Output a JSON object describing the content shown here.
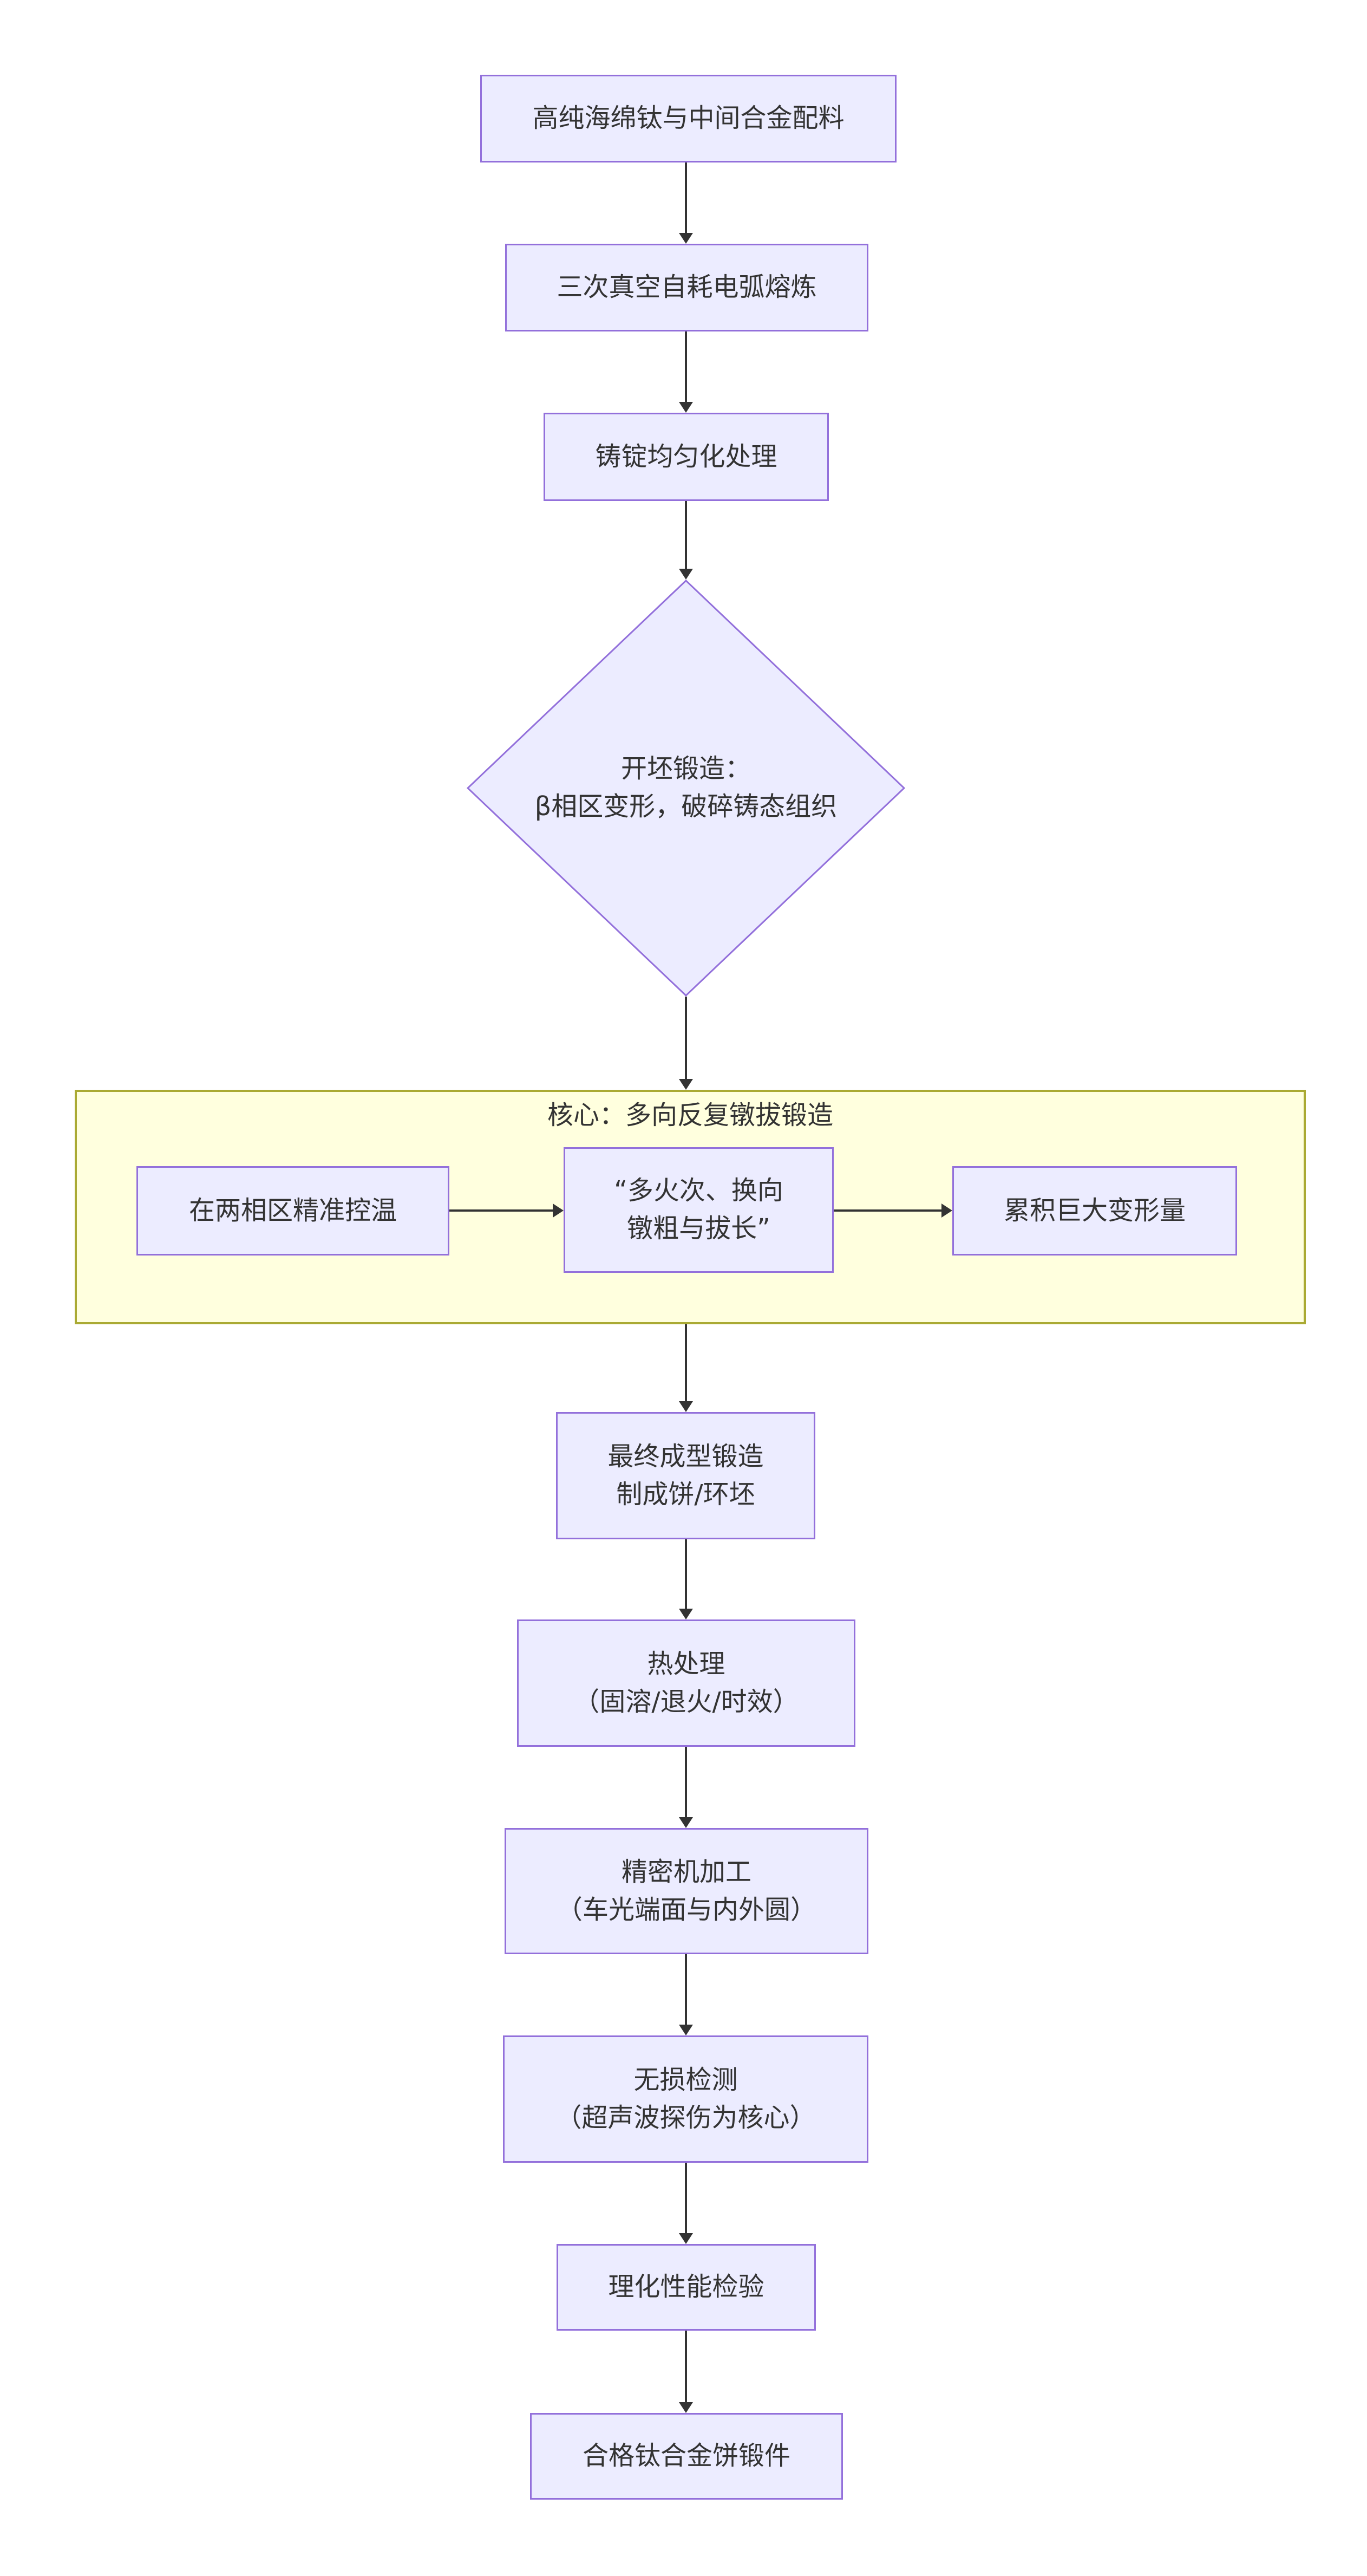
{
  "diagram": {
    "type": "flowchart",
    "direction": "top-down",
    "colors": {
      "node_fill": "#ECECFF",
      "node_border": "#9370DB",
      "subgraph_fill": "#FFFFDE",
      "subgraph_border": "#AAAA33",
      "arrow": "#333333",
      "text": "#333333",
      "background": "#FFFFFF"
    }
  },
  "nodes": {
    "start": "高纯海绵钛与中间合金配料",
    "melt": "三次真空自耗电弧熔炼",
    "homogenize": "铸锭均匀化处理",
    "cogging": "开坯锻造：\nβ相区变形，破碎铸态组织",
    "subgraph_title": "核心：多向反复镦拔锻造",
    "temp_control": "在两相区精准控温",
    "upset_draw": "“多火次、换向\n镦粗与拔长”",
    "strain": "累积巨大变形量",
    "final_forge": "最终成型锻造\n制成饼/环坯",
    "heat_treat": "热处理\n（固溶/退火/时效）",
    "machining": "精密机加工\n（车光端面与内外圆）",
    "ndt": "无损检测\n（超声波探伤为核心）",
    "inspection": "理化性能检验",
    "final": "合格钛合金饼锻件"
  },
  "edges": [
    {
      "from": "start",
      "to": "melt"
    },
    {
      "from": "melt",
      "to": "homogenize"
    },
    {
      "from": "homogenize",
      "to": "cogging"
    },
    {
      "from": "cogging",
      "to": "subgraph_core"
    },
    {
      "from": "temp_control",
      "to": "upset_draw"
    },
    {
      "from": "upset_draw",
      "to": "strain"
    },
    {
      "from": "subgraph_core",
      "to": "final_forge"
    },
    {
      "from": "final_forge",
      "to": "heat_treat"
    },
    {
      "from": "heat_treat",
      "to": "machining"
    },
    {
      "from": "machining",
      "to": "ndt"
    },
    {
      "from": "ndt",
      "to": "inspection"
    },
    {
      "from": "inspection",
      "to": "final"
    }
  ]
}
